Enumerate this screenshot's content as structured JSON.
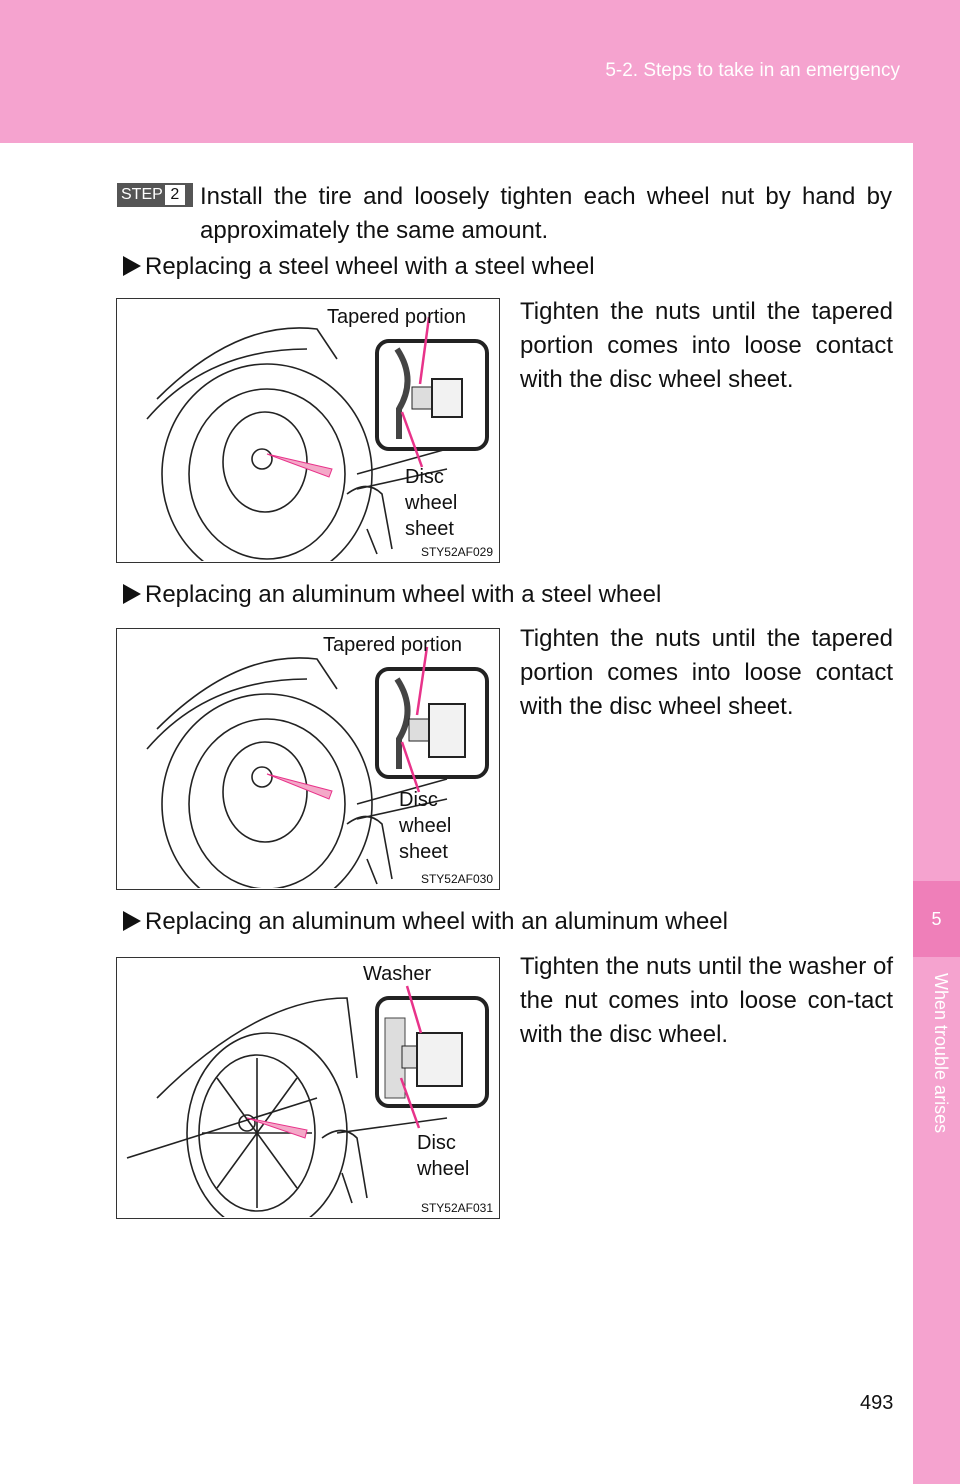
{
  "header": {
    "section": "5-2. Steps to take in an emergency"
  },
  "sidebar": {
    "chapter_number": "5",
    "chapter_title": "When trouble arises"
  },
  "step": {
    "label": "STEP",
    "number": "2",
    "text": "Install the tire and loosely tighten each wheel nut by hand by approximately the same amount."
  },
  "sections": [
    {
      "heading": "Replacing a steel wheel with a steel wheel",
      "description": "Tighten the nuts until the tapered portion comes into loose contact with the disc wheel sheet.",
      "fig_label_top": "Tapered portion",
      "fig_label_bottom": "Disc\nwheel\nsheet",
      "fig_code": "STY52AF029"
    },
    {
      "heading": "Replacing an aluminum wheel with a steel wheel",
      "description": "Tighten the nuts until the tapered portion comes into loose contact with the disc wheel sheet.",
      "fig_label_top": "Tapered portion",
      "fig_label_bottom": "Disc\nwheel\nsheet",
      "fig_code": "STY52AF030"
    },
    {
      "heading": "Replacing an aluminum wheel with an aluminum wheel",
      "description": "Tighten the nuts until the washer of the nut comes into loose con-tact with the disc wheel.",
      "fig_label_top": "Washer",
      "fig_label_bottom": "Disc\nwheel",
      "fig_code": "STY52AF031"
    }
  ],
  "page_number": "493",
  "colors": {
    "accent_pink": "#f5a3cf",
    "chapter_tab": "#ef7fb9",
    "arrow_magenta": "#e8338a"
  }
}
